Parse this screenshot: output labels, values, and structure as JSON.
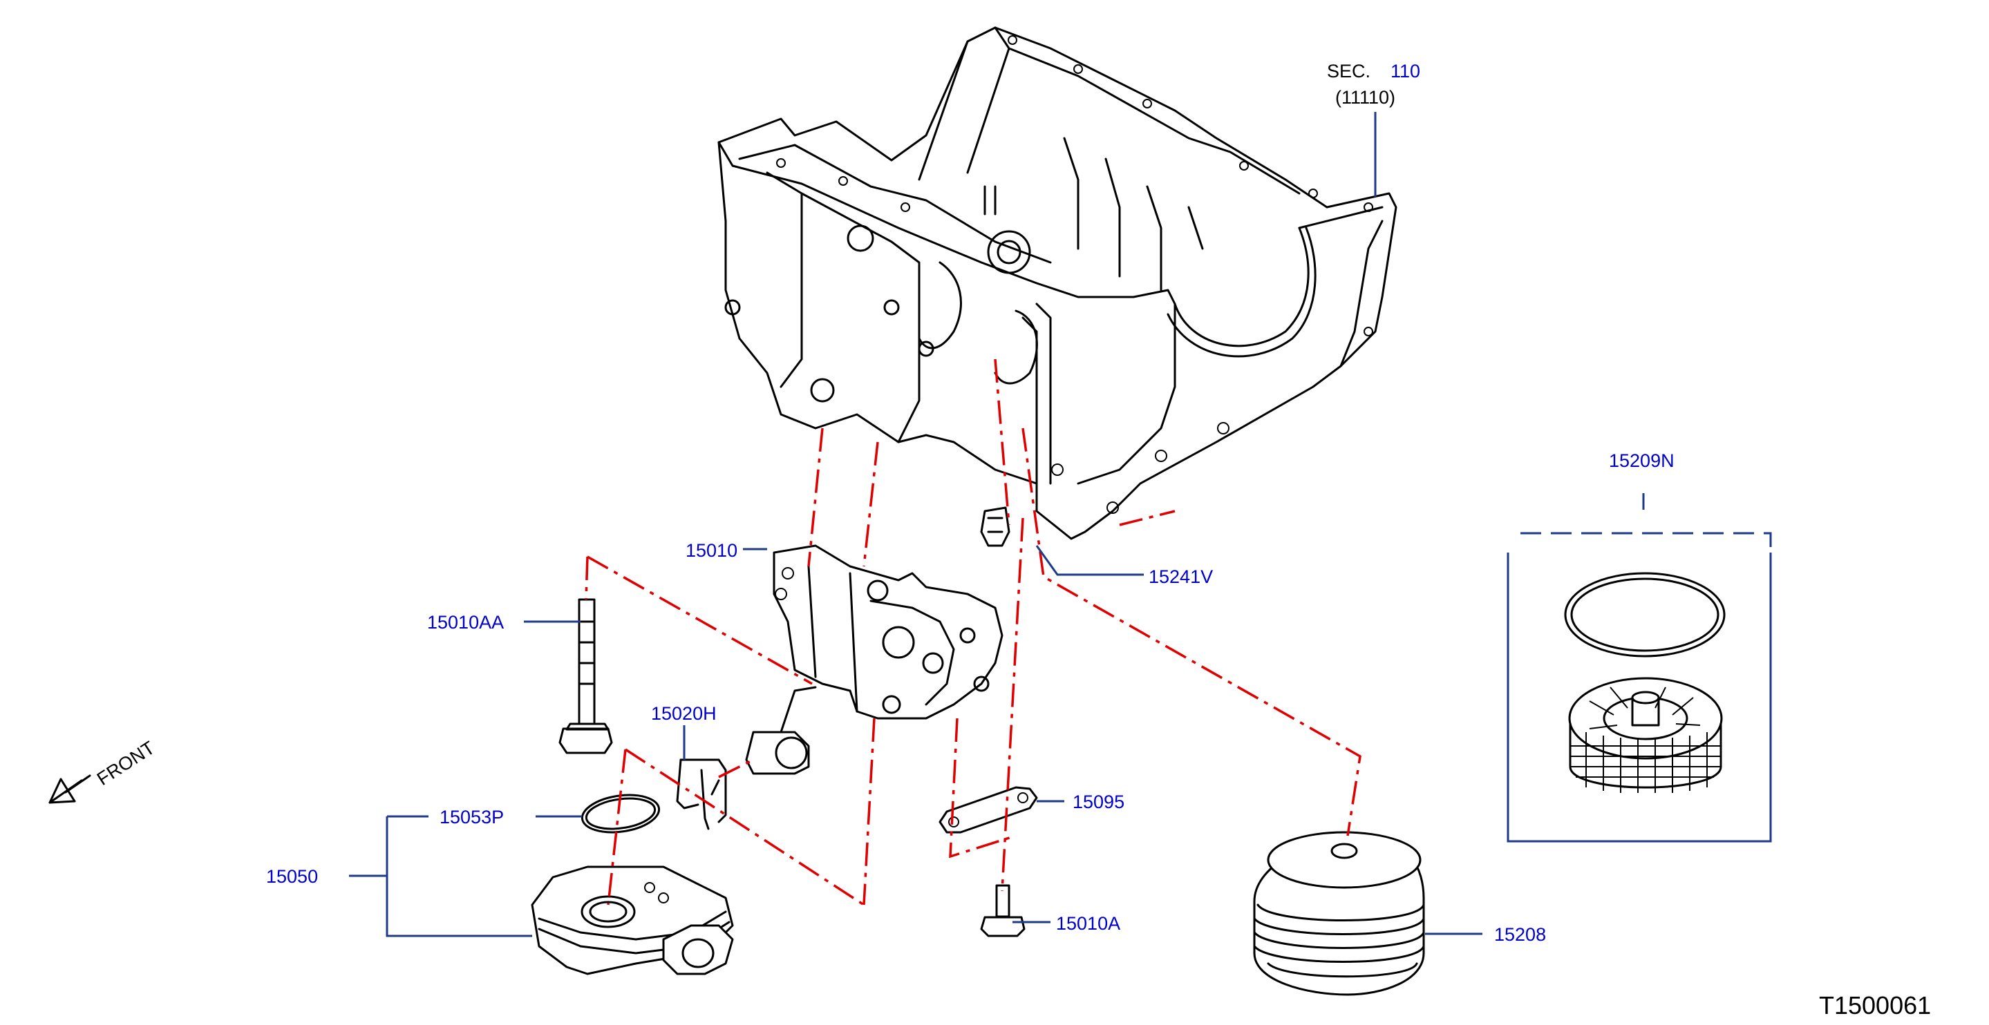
{
  "colors": {
    "background": "#ffffff",
    "linework": "#000000",
    "leader": "#1e3a8a",
    "part_number_text": "#0000cc",
    "centerline": "#e00000"
  },
  "section_ref": {
    "prefix": "SEC.",
    "number": "110",
    "sub": "(11110)"
  },
  "parts": [
    {
      "id": "15209N",
      "label": "15209N"
    },
    {
      "id": "15241V",
      "label": "15241V"
    },
    {
      "id": "15010",
      "label": "15010"
    },
    {
      "id": "15010AA",
      "label": "15010AA"
    },
    {
      "id": "15020H",
      "label": "15020H"
    },
    {
      "id": "15053P",
      "label": "15053P"
    },
    {
      "id": "15050",
      "label": "15050"
    },
    {
      "id": "15095",
      "label": "15095"
    },
    {
      "id": "15010A",
      "label": "15010A"
    },
    {
      "id": "15208",
      "label": "15208"
    }
  ],
  "front_indicator": "FRONT",
  "drawing_code": "T1500061"
}
